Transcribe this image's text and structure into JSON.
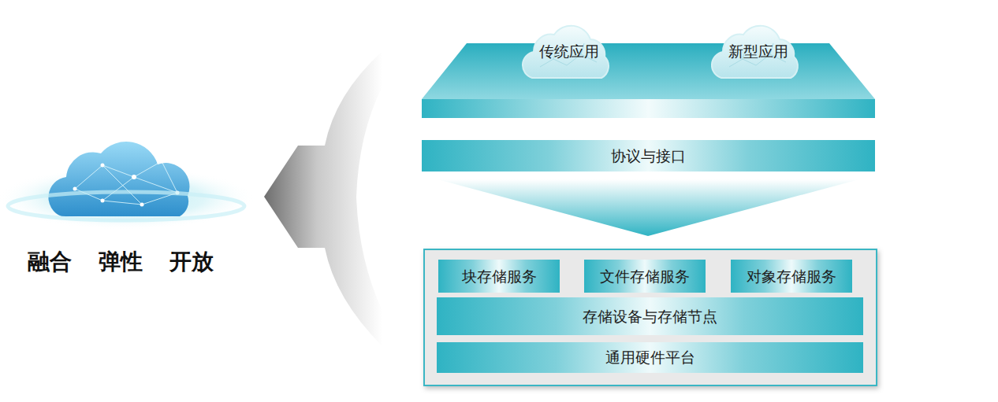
{
  "diagram": {
    "nodes": [
      {
        "text": [
          "传统应用"
        ]
      },
      {
        "text": [
          "新型应用"
        ]
      },
      {
        "text": [
          "协议与接口"
        ]
      },
      {
        "text": [
          "块存储服务"
        ]
      },
      {
        "text": [
          "文件存储服务"
        ]
      },
      {
        "text": [
          "对象存储服务"
        ]
      },
      {
        "text": [
          "存储设备与存储节点"
        ]
      },
      {
        "text": [
          "通用硬件平台"
        ]
      }
    ],
    "edges": [],
    "labels": [
      "融合",
      "弹性",
      "开放"
    ]
  }
}
